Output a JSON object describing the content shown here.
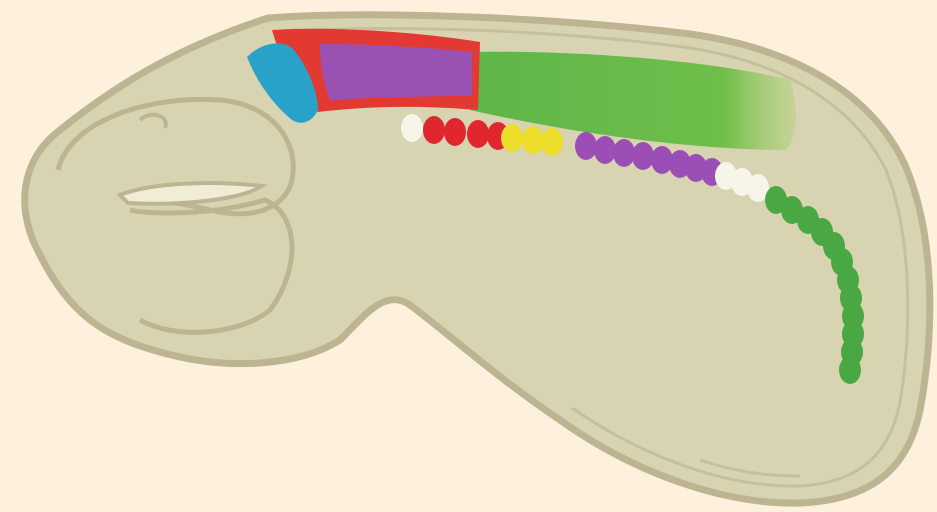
{
  "colors": {
    "background": "#fdf1de",
    "embryo_fill": "#d8d4b2",
    "embryo_outline": "#bdb592",
    "blue_region": "#28a2c8",
    "red_region": "#e23a33",
    "purple_region": "#9a52b2",
    "green_region": "#5fb548",
    "white_somite": "#f7f5ea",
    "red_somite": "#e0262e",
    "yellow_somite": "#ecde2b",
    "purple_somite": "#9b4fb6",
    "green_somite": "#4aa844"
  },
  "regions": [
    {
      "name": "blue-region",
      "color": "blue_region"
    },
    {
      "name": "red-region",
      "color": "red_region"
    },
    {
      "name": "purple-region",
      "color": "purple_region"
    },
    {
      "name": "green-region",
      "color": "green_region"
    }
  ],
  "somite_groups": [
    {
      "name": "white",
      "color": "white_somite",
      "count": 1
    },
    {
      "name": "red",
      "color": "red_somite",
      "count": 4
    },
    {
      "name": "yellow",
      "color": "yellow_somite",
      "count": 3
    },
    {
      "name": "purple",
      "color": "purple_somite",
      "count": 8
    },
    {
      "name": "white-posterior",
      "color": "white_somite",
      "count": 3
    },
    {
      "name": "green",
      "color": "green_somite",
      "count": 12
    }
  ]
}
